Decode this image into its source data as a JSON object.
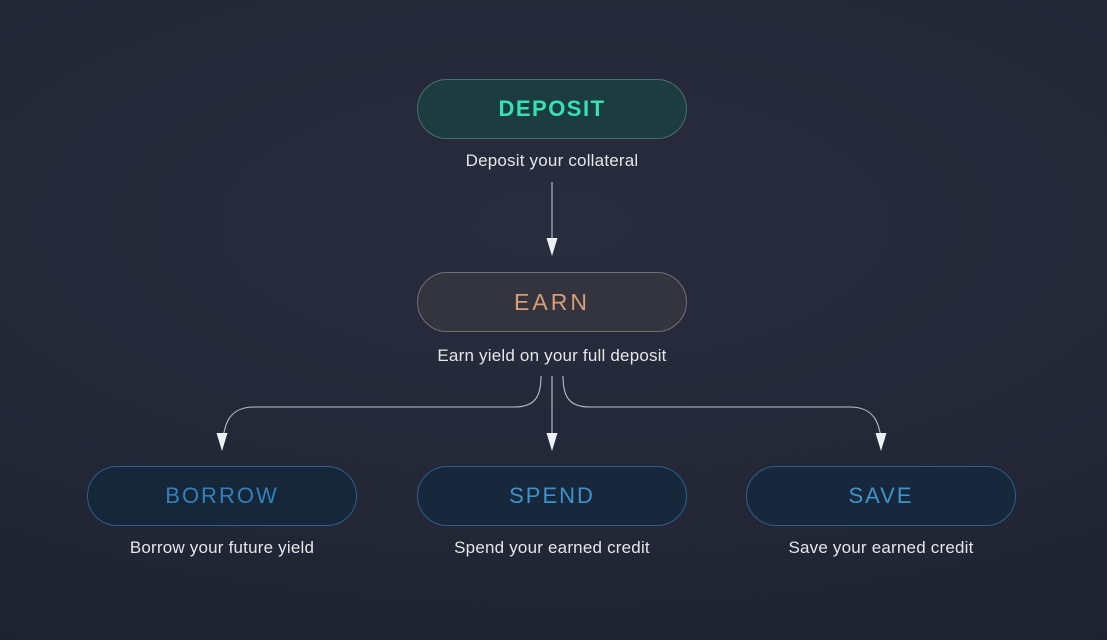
{
  "diagram": {
    "background_color": "#232736",
    "arrow_line_color": "#c9cfda",
    "arrowhead_color": "#edf0f5",
    "caption_color": "#e4e6e9",
    "nodes": [
      {
        "id": "deposit",
        "label": "DEPOSIT",
        "caption": "Deposit your collateral",
        "text_color": "#36e2b4",
        "border_color": "#42736f",
        "fill_color": "#1d3c40"
      },
      {
        "id": "earn",
        "label": "EARN",
        "caption": "Earn yield on your full deposit",
        "text_color": "#d79d76",
        "border_color": "#717079",
        "fill_color": "#34343e"
      },
      {
        "id": "borrow",
        "label": "BORROW",
        "caption": "Borrow your future yield",
        "text_color": "#3181bd",
        "border_color": "#2c5f90",
        "fill_color": "#16273a"
      },
      {
        "id": "spend",
        "label": "SPEND",
        "caption": "Spend your earned credit",
        "text_color": "#3e93c9",
        "border_color": "#2c5f90",
        "fill_color": "#17283c"
      },
      {
        "id": "save",
        "label": "SAVE",
        "caption": "Save your earned credit",
        "text_color": "#3e93c9",
        "border_color": "#2c5f90",
        "fill_color": "#17283c"
      }
    ],
    "edges": [
      {
        "from": "deposit",
        "to": "earn"
      },
      {
        "from": "earn",
        "to": "borrow"
      },
      {
        "from": "earn",
        "to": "spend"
      },
      {
        "from": "earn",
        "to": "save"
      }
    ]
  }
}
